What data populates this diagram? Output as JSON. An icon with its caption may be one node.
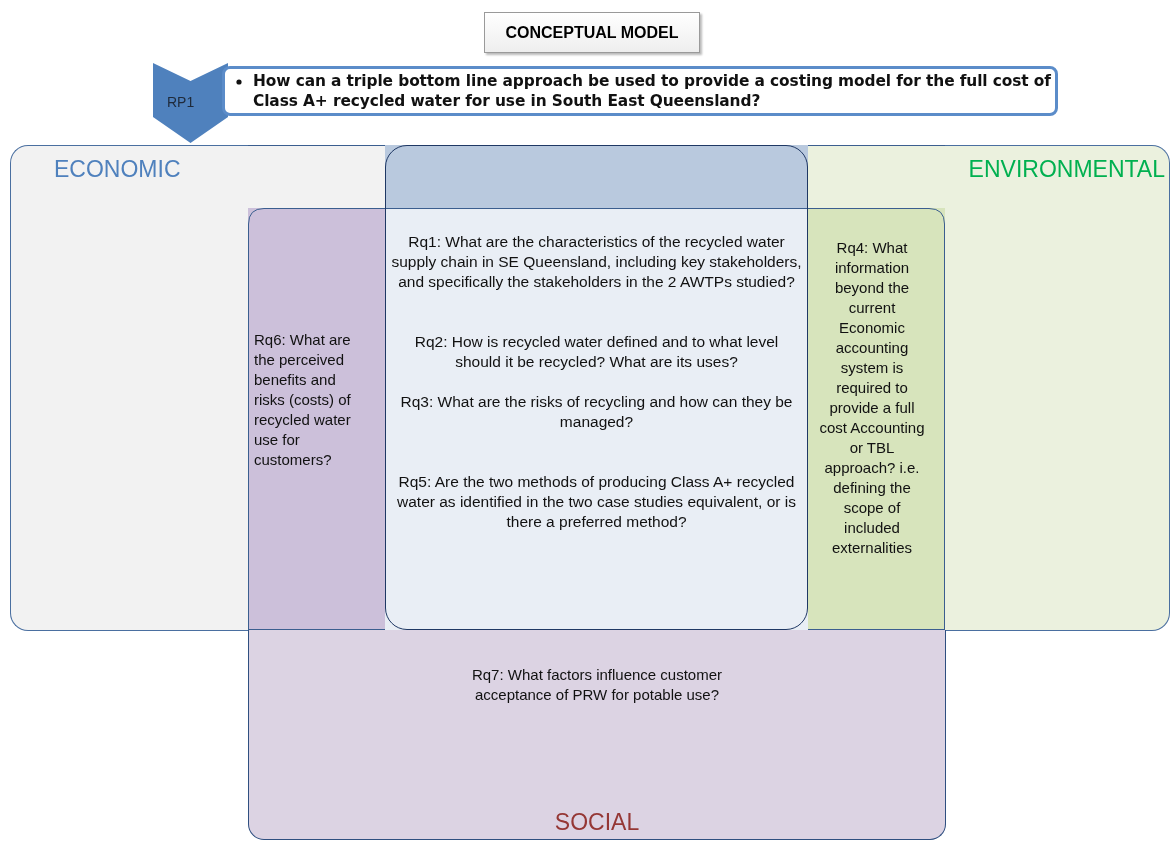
{
  "diagram": {
    "title": "CONCEPTUAL MODEL",
    "nodes": [
      {
        "text": [
          "RP1"
        ]
      },
      {
        "text": [
          "How can a triple bottom line approach be used to provide a costing model for the full cost of Class  A+ recycled water for use in South East Queensland?"
        ]
      },
      {
        "text": [
          "ECONOMIC"
        ]
      },
      {
        "text": [
          "ENVIRONMENTAL"
        ]
      },
      {
        "text": [
          "Rq7: What factors influence customer acceptance of PRW for potable use?",
          "SOCIAL"
        ]
      },
      {
        "text": [
          "Rq1:  What are the characteristics of the recycled water supply chain in SE Queensland, including key stakeholders, and specifically the stakeholders in the 2 AWTPs studied?",
          "Rq2:  How is recycled water defined and to what level should it be recycled?  What are its uses?",
          "Rq3: What are the risks of recycling and how can they be managed?",
          "Rq5:  Are the two methods of producing Class A+ recycled water as identified in the two case studies equivalent, or is there a preferred method?"
        ]
      }
    ],
    "edges": [],
    "labels": [
      "Rq6:  What are the perceived benefits and risks (costs) of recycled water use for customers?",
      "Rq4: What information beyond the current Economic accounting system is required to provide a full cost Accounting or TBL approach? i.e. defining the scope of included externalities"
    ]
  }
}
